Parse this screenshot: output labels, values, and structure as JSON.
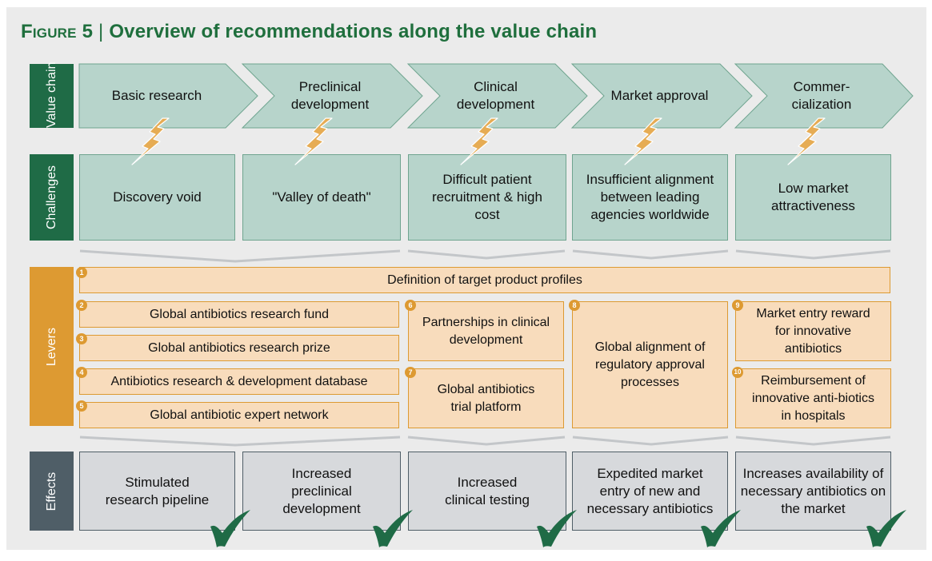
{
  "title": {
    "prefix": "Figure 5",
    "separator": "|",
    "text": "Overview of recommendations along the value chain"
  },
  "rows": {
    "value_chain": "Value chain",
    "challenges": "Challenges",
    "levers": "Levers",
    "effects": "Effects"
  },
  "value_chain": [
    "Basic research",
    "Preclinical development",
    "Clinical development",
    "Market approval",
    "Commer-cialization"
  ],
  "challenges": [
    "Discovery void",
    "\"Valley of death\"",
    "Difficult patient recruitment & high cost",
    "Insufficient alignment between leading agencies worldwide",
    "Low market attractiveness"
  ],
  "levers": [
    {
      "number": "1",
      "label": "Definition of target product profiles"
    },
    {
      "number": "2",
      "label": "Global antibiotics research fund"
    },
    {
      "number": "3",
      "label": "Global antibiotics research prize"
    },
    {
      "number": "4",
      "label": "Antibiotics research & development database"
    },
    {
      "number": "5",
      "label": "Global antibiotic expert network"
    },
    {
      "number": "6",
      "label": "Partnerships in clinical development"
    },
    {
      "number": "7",
      "label": "Global antibiotics trial platform"
    },
    {
      "number": "8",
      "label": "Global alignment of regulatory approval processes"
    },
    {
      "number": "9",
      "label": "Market entry reward for innovative antibiotics"
    },
    {
      "number": "10",
      "label": "Reimbursement of innovative anti-biotics in hospitals"
    }
  ],
  "effects": [
    "Stimulated research pipeline",
    "Increased preclinical development",
    "Increased clinical testing",
    "Expedited market entry of new and necessary antibiotics",
    "Increases availability of necessary antibiotics on the market"
  ],
  "colors": {
    "green_dark": "#1f6b46",
    "teal_light": "#b7d4cb",
    "orange": "#dd9a32",
    "peach": "#f8dcbc",
    "slate": "#4f5e67",
    "gray_light": "#d7d9dc",
    "title_green": "#1f6f3d"
  },
  "icons": {
    "challenge_marker": "lightning-bolt-icon",
    "effect_marker": "checkmark-icon"
  }
}
